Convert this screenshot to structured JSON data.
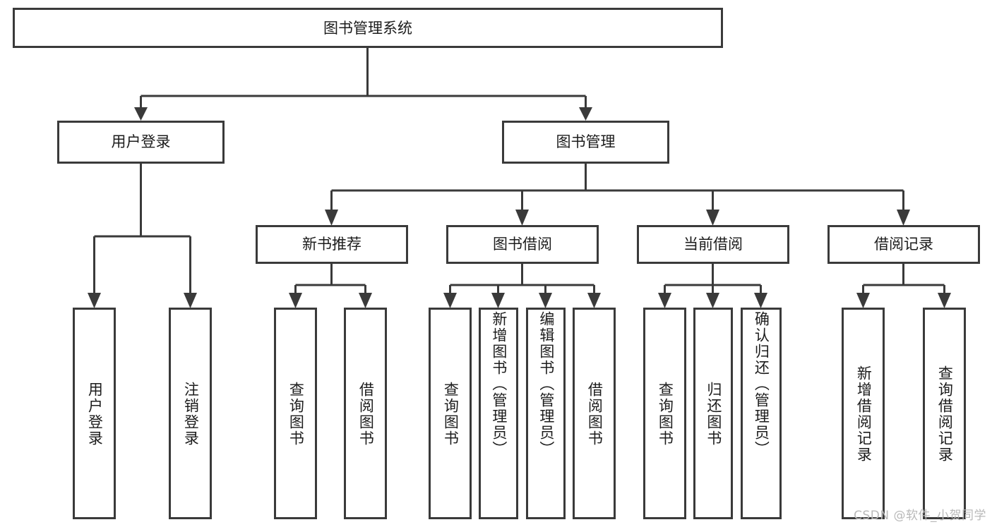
{
  "diagram": {
    "type": "tree",
    "title": "图书管理系统",
    "watermark": "CSDN @软件_小贺同学",
    "colors": {
      "box_stroke": "#3a3a3a",
      "box_fill": "#ffffff",
      "text": "#1c1c1c",
      "background": "#ffffff",
      "watermark": "#b9b9b9"
    },
    "root": {
      "label": "图书管理系统"
    },
    "level2": [
      {
        "label": "用户登录"
      },
      {
        "label": "图书管理"
      }
    ],
    "level3": [
      {
        "label": "新书推荐"
      },
      {
        "label": "图书借阅"
      },
      {
        "label": "当前借阅"
      },
      {
        "label": "借阅记录"
      }
    ],
    "leaves": [
      {
        "label": "用户登录",
        "parent": "用户登录"
      },
      {
        "label": "注销登录",
        "parent": "用户登录"
      },
      {
        "label": "查询图书",
        "parent": "新书推荐"
      },
      {
        "label": "借阅图书",
        "parent": "新书推荐"
      },
      {
        "label": "查询图书",
        "parent": "图书借阅"
      },
      {
        "label": "新增图书（管理员）",
        "parent": "图书借阅"
      },
      {
        "label": "编辑图书（管理员）",
        "parent": "图书借阅"
      },
      {
        "label": "借阅图书",
        "parent": "图书借阅"
      },
      {
        "label": "查询图书",
        "parent": "当前借阅"
      },
      {
        "label": "归还图书",
        "parent": "当前借阅"
      },
      {
        "label": "确认归还（管理员）",
        "parent": "当前借阅"
      },
      {
        "label": "新增借阅记录",
        "parent": "借阅记录"
      },
      {
        "label": "查询借阅记录",
        "parent": "借阅记录"
      }
    ]
  }
}
